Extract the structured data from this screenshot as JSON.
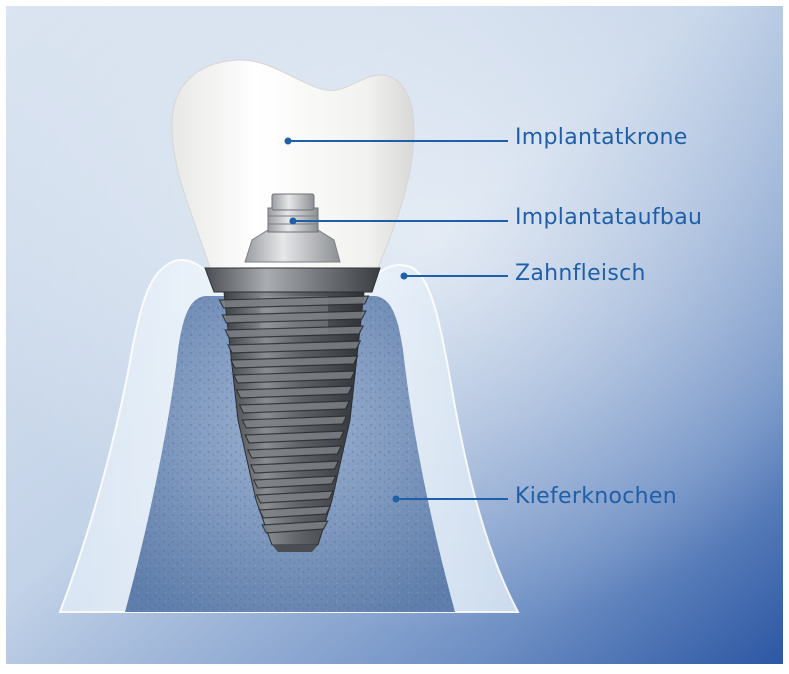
{
  "labels": {
    "crown": "Implantatkrone",
    "abutment": "Implantataufbau",
    "gum": "Zahnfleisch",
    "bone": "Kieferknochen"
  },
  "colors": {
    "label_text": "#1f5fa8",
    "leader_line": "#1f5fa8",
    "bg_light": "#cfdcec",
    "bg_dark": "#2f5fa6",
    "bone": "#7c95ba",
    "gum": "#e9f1fa",
    "crown": "#f7f7f5",
    "implant_metal": "#6b6e72"
  }
}
